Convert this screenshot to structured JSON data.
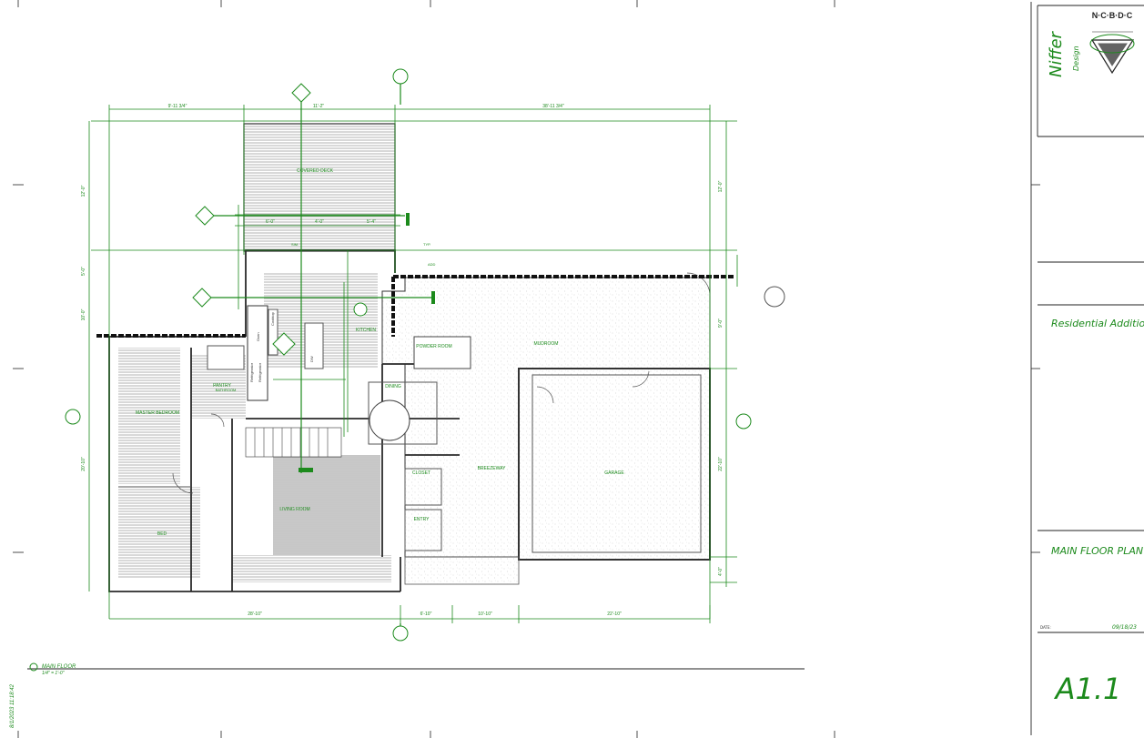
{
  "title_block": {
    "org": "N·C·B·D·C",
    "firm_name": "Niffer",
    "firm_sub": "Design",
    "project": "Residential Addition",
    "sheet_title": "MAIN FLOOR PLAN",
    "sheet_number": "A1.1",
    "issue_label": "DATE:",
    "issue_value": "09/18/23"
  },
  "drawing": {
    "plan_title": "MAIN FLOOR",
    "plan_scale": "1/4\" = 1'-0\"",
    "date_stamp": "8/1/2023 11:18:42",
    "rooms": [
      {
        "name": "COVERED DECK"
      },
      {
        "name": "KITCHEN"
      },
      {
        "name": "POWDER ROOM"
      },
      {
        "name": "MUDROOM"
      },
      {
        "name": "PANTRY"
      },
      {
        "name": "DINING"
      },
      {
        "name": "MASTER BEDROOM"
      },
      {
        "name": "BATHROOM"
      },
      {
        "name": "LIVING ROOM"
      },
      {
        "name": "CLOSET"
      },
      {
        "name": "ENTRY"
      },
      {
        "name": "BREEZEWAY"
      },
      {
        "name": "GARAGE"
      },
      {
        "name": "BED"
      }
    ],
    "dims_top": [
      "9'-11 3/4\"",
      "11'-2\"",
      "38'-11 3/4\""
    ],
    "dims_bottom": [
      "28'-10\"",
      "6'-10\"",
      "10'-10\"",
      "22'-10\""
    ],
    "dims_left": [
      "12'-0\"",
      "5'-0\"",
      "10'-0\"",
      "20'-10\""
    ],
    "dims_right": [
      "12'-0\"",
      "9'-0\"",
      "22'-10\"",
      "4'-0\""
    ],
    "dims_inner": [
      "6'-0\"",
      "4'-0\"",
      "5'-4\""
    ],
    "appliance_labels": [
      "Refrigerator",
      "Refrigerator",
      "Oven",
      "Cooktop",
      "DW"
    ],
    "callouts": [
      "ADD",
      "TYP.",
      "SIM."
    ]
  },
  "colors": {
    "accent": "#1c8a1c",
    "ink": "#222222"
  }
}
